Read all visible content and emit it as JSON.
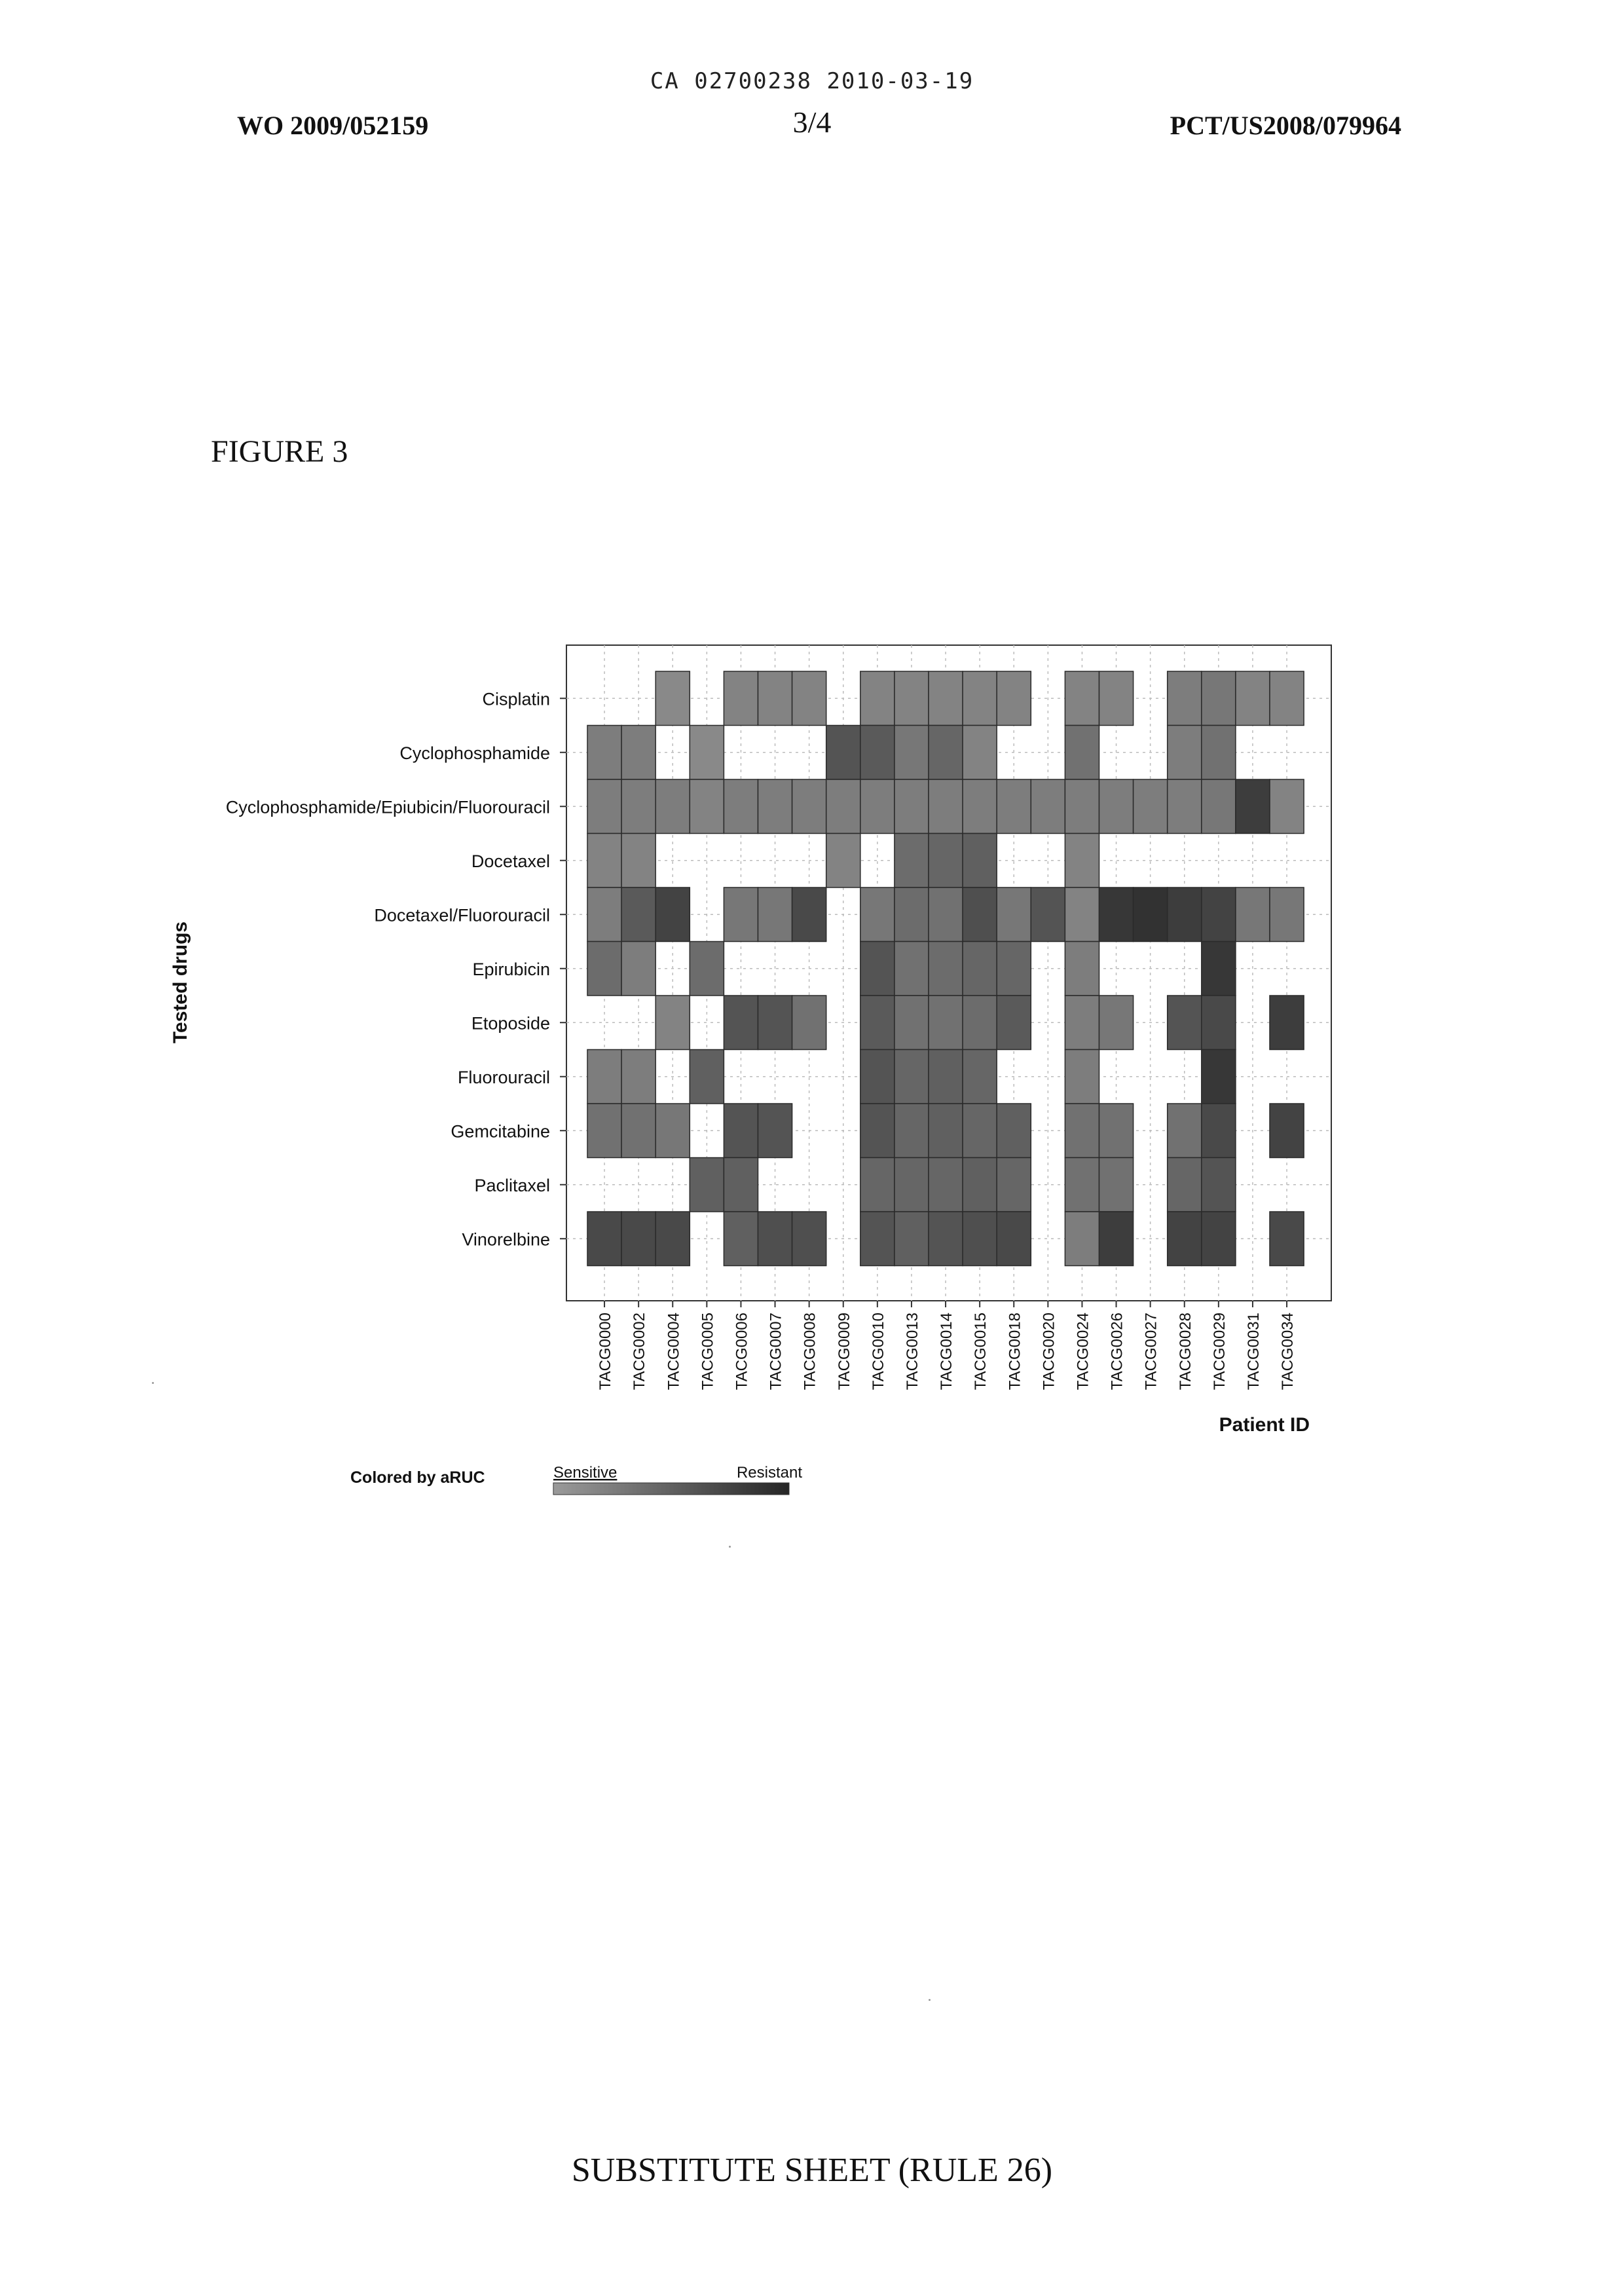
{
  "header": {
    "ca_stamp": "CA 02700238 2010-03-19",
    "wo_number": "WO 2009/052159",
    "sheet_number": "3/4",
    "pct_number": "PCT/US2008/079964"
  },
  "figure_label": "FIGURE 3",
  "footer": "SUBSTITUTE SHEET (RULE 26)",
  "chart_data": {
    "type": "heatmap",
    "title": "",
    "xlabel": "Patient ID",
    "ylabel": "Tested drugs",
    "grid": true,
    "colored_by_label": "Colored by aRUC",
    "legend": {
      "low_label": "Sensitive",
      "high_label": "Resistant",
      "low_color": "#9a9a9a",
      "high_color": "#262626",
      "placement": "bottom-left"
    },
    "x_categories": [
      "TACG0000",
      "TACG0002",
      "TACG0004",
      "TACG0005",
      "TACG0006",
      "TACG0007",
      "TACG0008",
      "TACG0009",
      "TACG0010",
      "TACG0013",
      "TACG0014",
      "TACG0015",
      "TACG0018",
      "TACG0020",
      "TACG0024",
      "TACG0026",
      "TACG0027",
      "TACG0028",
      "TACG0029",
      "TACG0031",
      "TACG0034"
    ],
    "y_categories": [
      "Cisplatin",
      "Cyclophosphamide",
      "Cyclophosphamide/Epiubicin/Fluorouracil",
      "Docetaxel",
      "Docetaxel/Fluorouracil",
      "Epirubicin",
      "Etoposide",
      "Fluorouracil",
      "Gemcitabine",
      "Paclitaxel",
      "Vinorelbine"
    ],
    "value_scale": "relative aRUC, 0 = Sensitive, 1 = Resistant; null = not tested",
    "values": [
      [
        null,
        null,
        0.15,
        null,
        0.2,
        0.2,
        0.2,
        null,
        0.2,
        0.2,
        0.2,
        0.2,
        0.2,
        null,
        0.2,
        0.2,
        null,
        0.25,
        0.3,
        0.2,
        0.2
      ],
      [
        0.25,
        0.25,
        null,
        0.15,
        null,
        null,
        null,
        0.6,
        0.55,
        0.3,
        0.45,
        0.2,
        null,
        null,
        0.35,
        null,
        null,
        0.25,
        0.35,
        null,
        null
      ],
      [
        0.25,
        0.25,
        0.25,
        0.2,
        0.25,
        0.25,
        0.25,
        0.25,
        0.25,
        0.25,
        0.25,
        0.25,
        0.25,
        0.25,
        0.25,
        0.25,
        0.25,
        0.25,
        0.3,
        0.8,
        0.2
      ],
      [
        0.2,
        0.2,
        null,
        null,
        null,
        null,
        null,
        0.2,
        null,
        0.4,
        0.45,
        0.5,
        null,
        null,
        0.2,
        null,
        null,
        null,
        null,
        null,
        null
      ],
      [
        0.25,
        0.55,
        0.75,
        null,
        0.3,
        0.3,
        0.7,
        null,
        0.3,
        0.4,
        0.35,
        0.65,
        0.3,
        0.6,
        0.2,
        0.85,
        0.9,
        0.8,
        0.75,
        0.3,
        0.3
      ],
      [
        0.4,
        0.25,
        null,
        0.4,
        null,
        null,
        null,
        null,
        0.6,
        0.35,
        0.4,
        0.45,
        0.45,
        null,
        0.25,
        null,
        null,
        null,
        0.85,
        null,
        null
      ],
      [
        null,
        null,
        0.2,
        null,
        0.6,
        0.6,
        0.35,
        null,
        0.55,
        0.35,
        0.35,
        0.4,
        0.55,
        null,
        0.25,
        0.3,
        null,
        0.6,
        0.7,
        null,
        0.8
      ],
      [
        0.25,
        0.25,
        null,
        0.5,
        null,
        null,
        null,
        null,
        0.6,
        0.45,
        0.5,
        0.45,
        null,
        null,
        0.25,
        null,
        null,
        null,
        0.85,
        null,
        null
      ],
      [
        0.35,
        0.35,
        0.3,
        null,
        0.6,
        0.6,
        null,
        null,
        0.6,
        0.45,
        0.5,
        0.45,
        0.5,
        null,
        0.35,
        0.35,
        null,
        0.35,
        0.7,
        null,
        0.75
      ],
      [
        null,
        null,
        null,
        0.5,
        0.5,
        null,
        null,
        null,
        0.45,
        0.45,
        0.45,
        0.5,
        0.45,
        null,
        0.35,
        0.35,
        null,
        0.45,
        0.6,
        null,
        null
      ],
      [
        0.7,
        0.7,
        0.7,
        null,
        0.5,
        0.65,
        0.65,
        null,
        0.6,
        0.5,
        0.6,
        0.65,
        0.7,
        null,
        0.25,
        0.8,
        null,
        0.75,
        0.75,
        null,
        0.7
      ]
    ]
  }
}
